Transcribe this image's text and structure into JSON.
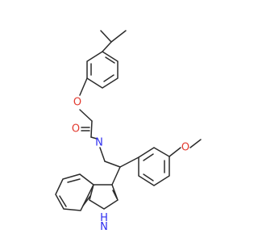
{
  "atoms": {
    "ether_oxygen": "O",
    "carbonyl_oxygen": "O",
    "amide_nitrogen": "N",
    "methoxy_oxygen": "O",
    "indole_nh": "H\nN"
  },
  "colors": {
    "bond": "#2b2b2b",
    "oxygen": "#e23a2f",
    "nitrogen": "#2d2df0",
    "background": "#ffffff"
  }
}
